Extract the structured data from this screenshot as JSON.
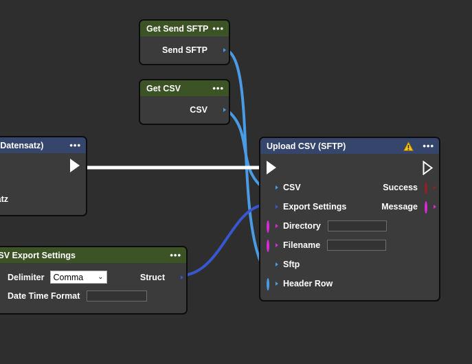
{
  "canvas": {
    "background": "#2e2e2e"
  },
  "colors": {
    "header_green": "#3c5326",
    "header_blue": "#35456b",
    "node_body": "#3b3b3b",
    "pin_csv_blue": "#4b9ae4",
    "pin_struct_blue": "#3857cf",
    "pin_magenta": "#d62bd6",
    "pin_red": "#8f2323",
    "exec_white": "#ffffff",
    "warning_yellow": "#f5c518"
  },
  "nodes": {
    "get_send_sftp": {
      "title": "Get Send SFTP",
      "menu": "•••",
      "outputs": [
        {
          "label": "Send SFTP",
          "pin": "data-pin-light-blue"
        }
      ]
    },
    "get_csv": {
      "title": "Get CSV",
      "menu": "•••",
      "outputs": [
        {
          "label": "CSV",
          "pin": "data-pin-light-blue"
        }
      ]
    },
    "csv_datensatz": {
      "title": "SV (CsvDatensatz)",
      "menu": "•••",
      "rows": [
        {
          "label": ""
        },
        {
          "label": "Datensatz"
        }
      ]
    },
    "make_csv_export_settings": {
      "title": "ke CSV Export Settings",
      "menu": "•••",
      "fields": [
        {
          "label": "Delimiter",
          "type": "select",
          "value": "Comma",
          "chevron": "⌄"
        },
        {
          "label": "Date Time Format",
          "type": "text",
          "value": ""
        }
      ],
      "outputs": [
        {
          "label": "Struct",
          "pin": "data-pin-royal-blue"
        }
      ]
    },
    "upload_csv_sftp": {
      "title": "Upload CSV (SFTP)",
      "menu": "•••",
      "warning": "warning-triangle-icon",
      "inputs": [
        {
          "label": "CSV",
          "pin": "data-pin-light-blue"
        },
        {
          "label": "Export Settings",
          "pin": "data-pin-royal-blue"
        },
        {
          "label": "Directory",
          "pin": "data-pin-magenta-hollow",
          "field": ""
        },
        {
          "label": "Filename",
          "pin": "data-pin-magenta-hollow",
          "field": ""
        },
        {
          "label": "Sftp",
          "pin": "data-pin-light-blue"
        },
        {
          "label": "Header Row",
          "pin": "data-pin-blue-hollow"
        }
      ],
      "outputs": [
        {
          "label": "Success",
          "pin": "data-pin-red-hollow"
        },
        {
          "label": "Message",
          "pin": "data-pin-magenta-hollow"
        }
      ]
    }
  }
}
